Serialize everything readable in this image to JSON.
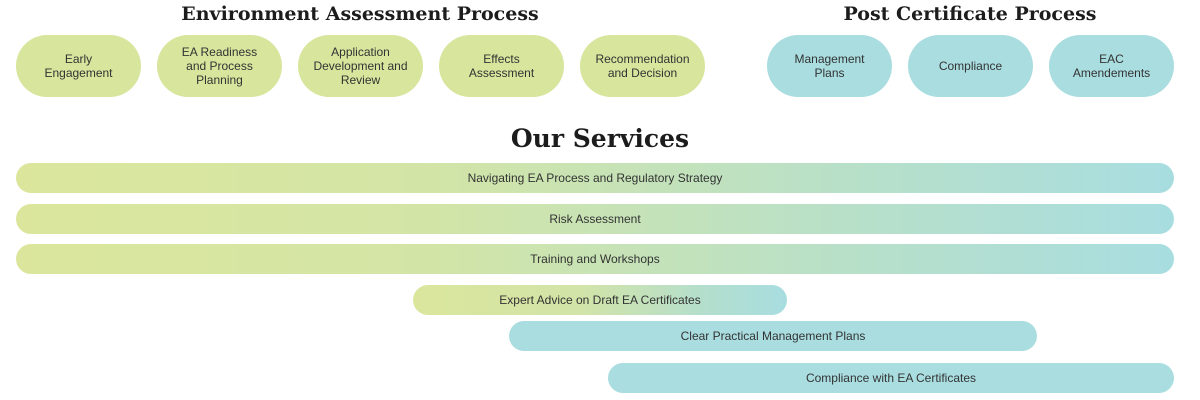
{
  "headings": {
    "environment": "Environment Assessment Process",
    "post": "Post Certificate Process",
    "services": "Our Services"
  },
  "colors": {
    "ea_green": "#d8e59d",
    "post_teal": "#a9dde0"
  },
  "ea_steps": [
    {
      "label": "Early\nEngagement"
    },
    {
      "label": "EA Readiness\nand Process\nPlanning"
    },
    {
      "label": "Application\nDevelopment and\nReview"
    },
    {
      "label": "Effects\nAssessment"
    },
    {
      "label": "Recommendation\nand Decision"
    }
  ],
  "post_steps": [
    {
      "label": "Management\nPlans"
    },
    {
      "label": "Compliance"
    },
    {
      "label": "EAC\nAmendements"
    }
  ],
  "services": [
    {
      "label": "Navigating EA Process and Regulatory Strategy"
    },
    {
      "label": "Risk Assessment"
    },
    {
      "label": "Training and Workshops"
    },
    {
      "label": "Expert Advice on Draft EA Certificates"
    },
    {
      "label": "Clear Practical Management Plans"
    },
    {
      "label": "Compliance with EA Certificates"
    }
  ]
}
